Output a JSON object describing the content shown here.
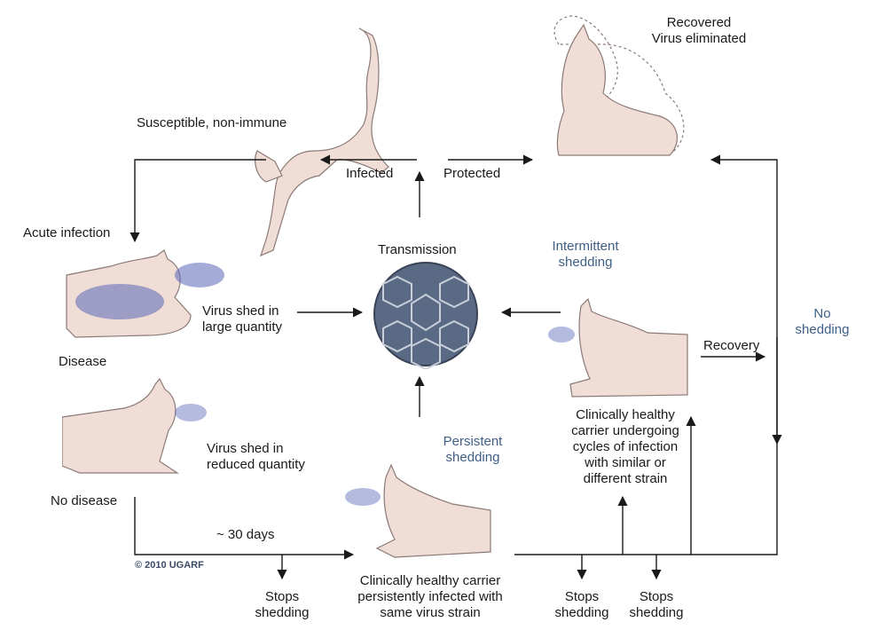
{
  "labels": {
    "susceptible": "Susceptible, non-immune",
    "recovered": "Recovered\nVirus eliminated",
    "infected": "Infected",
    "protected": "Protected",
    "acute_infection": "Acute infection",
    "transmission": "Transmission",
    "intermittent_shedding": "Intermittent\nshedding",
    "no_shedding": "No\nshedding",
    "virus_shed_large": "Virus shed in\nlarge quantity",
    "disease": "Disease",
    "recovery": "Recovery",
    "virus_shed_reduced": "Virus shed in\nreduced quantity",
    "persistent_shedding": "Persistent\nshedding",
    "intermittent_carrier": "Clinically healthy\ncarrier undergoing\ncycles of infection\nwith similar or\ndifferent strain",
    "no_disease": "No disease",
    "thirty_days": "~ 30 days",
    "copyright": "© 2010 UGARF",
    "stops_shedding_1": "Stops\nshedding",
    "persistent_carrier": "Clinically healthy carrier\npersistently infected with\nsame virus strain",
    "stops_shedding_2": "Stops\nshedding",
    "stops_shedding_3": "Stops\nshedding"
  },
  "colors": {
    "line": "#1a1a1a",
    "cat_fill": "#f0ddd6",
    "cat_stroke": "#8a7a76",
    "virus_blue": "#5a67b8",
    "virion_fill": "#5b6a84",
    "blue_text": "#3f5f86"
  }
}
